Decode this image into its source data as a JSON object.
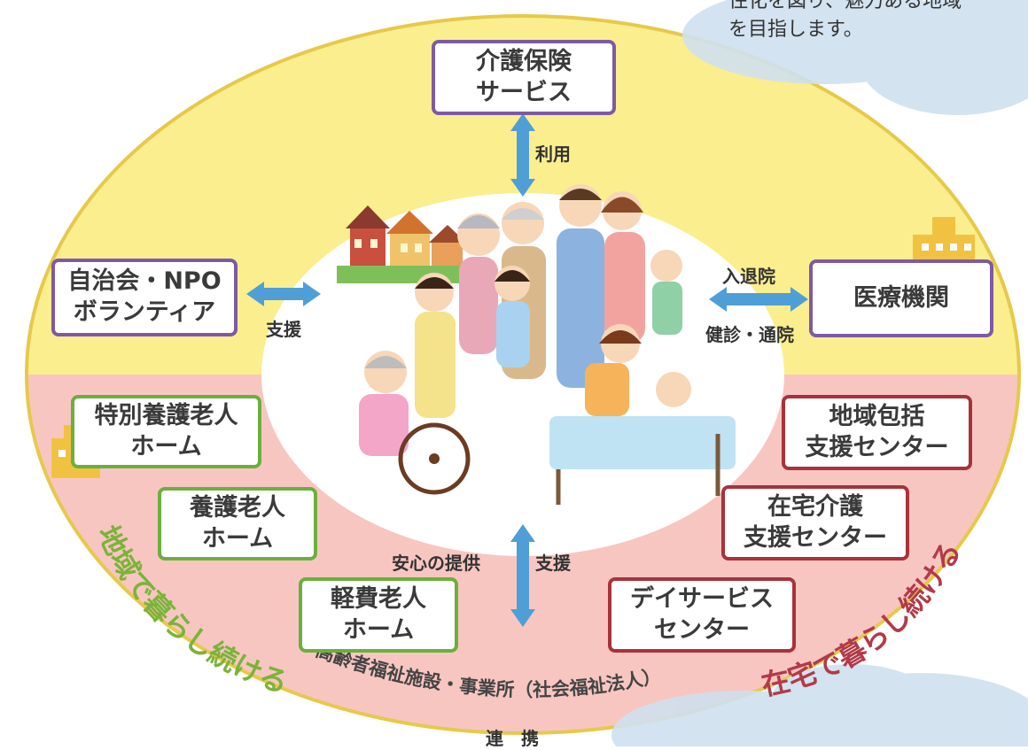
{
  "intro": {
    "line1": "住化を図り、魅力ある地域",
    "line2": "を目指します。"
  },
  "boxes": {
    "care_insurance": [
      "介護保険",
      "サービス"
    ],
    "npo": [
      "自治会・NPO",
      "ボランティア"
    ],
    "medical": [
      "医療機関"
    ],
    "special_nursing_home": [
      "特別養護老人",
      "ホーム"
    ],
    "nursing_home": [
      "養護老人",
      "ホーム"
    ],
    "low_cost_home": [
      "軽費老人",
      "ホーム"
    ],
    "community_center": [
      "地域包括",
      "支援センター"
    ],
    "home_care_center": [
      "在宅介護",
      "支援センター"
    ],
    "day_service": [
      "デイサービス",
      "センター"
    ]
  },
  "labels": {
    "use": "利用",
    "support_left": "支援",
    "hospital_in_out": "入退院",
    "checkup": "健診・通院",
    "peace_of_mind": "安心の提供",
    "support_bottom": "支援",
    "cooperation": "連　携"
  },
  "arcs": {
    "left": "地域で暮らし続ける",
    "right": "在宅で暮らし続ける",
    "bottom": "高齢者福祉施設・事業所（社会福祉法人）"
  },
  "colors": {
    "yellow_band": "#fbee8e",
    "pink_band": "#f8c6c1",
    "outer_ring": "#e6c94a",
    "arrow": "#4f9fd6",
    "purple_border": "#7d59a6",
    "green_border": "#6cae3f",
    "red_border": "#a8323a",
    "green_text": "#7bb33a",
    "red_text": "#b23a48"
  },
  "icons": [
    "town-illustration",
    "family-illustration",
    "hospital-icon",
    "building-icon",
    "cloud-icon"
  ]
}
